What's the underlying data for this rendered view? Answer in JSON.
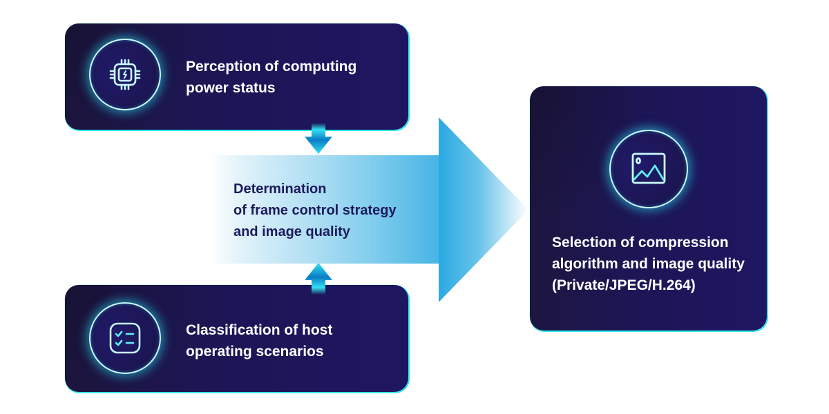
{
  "diagram": {
    "inputs": [
      {
        "id": "computing-power",
        "icon": "cpu-chip-icon",
        "label_line1": "Perception of computing",
        "label_line2": "power status"
      },
      {
        "id": "host-scenarios",
        "icon": "checklist-icon",
        "label_line1": "Classification of host",
        "label_line2": "operating scenarios"
      }
    ],
    "center": {
      "line1": "Determination",
      "line2": "of frame control strategy",
      "line3": "and image quality"
    },
    "output": {
      "icon": "image-icon",
      "line1": "Selection of compression",
      "line2": "algorithm and image quality",
      "line3": "(Private/JPEG/H.264)"
    },
    "connections": [
      {
        "from": "computing-power",
        "to": "center",
        "direction": "down"
      },
      {
        "from": "host-scenarios",
        "to": "center",
        "direction": "up"
      },
      {
        "from": "center",
        "to": "output",
        "direction": "right"
      }
    ]
  },
  "colors": {
    "box_fill": "#1c1656",
    "box_border": "#2fe6f0",
    "icon_stroke": "#c9fbff",
    "arrow_blue": "#2aa9e2",
    "center_text": "#1d1a5c",
    "box_text": "#ffffff"
  }
}
